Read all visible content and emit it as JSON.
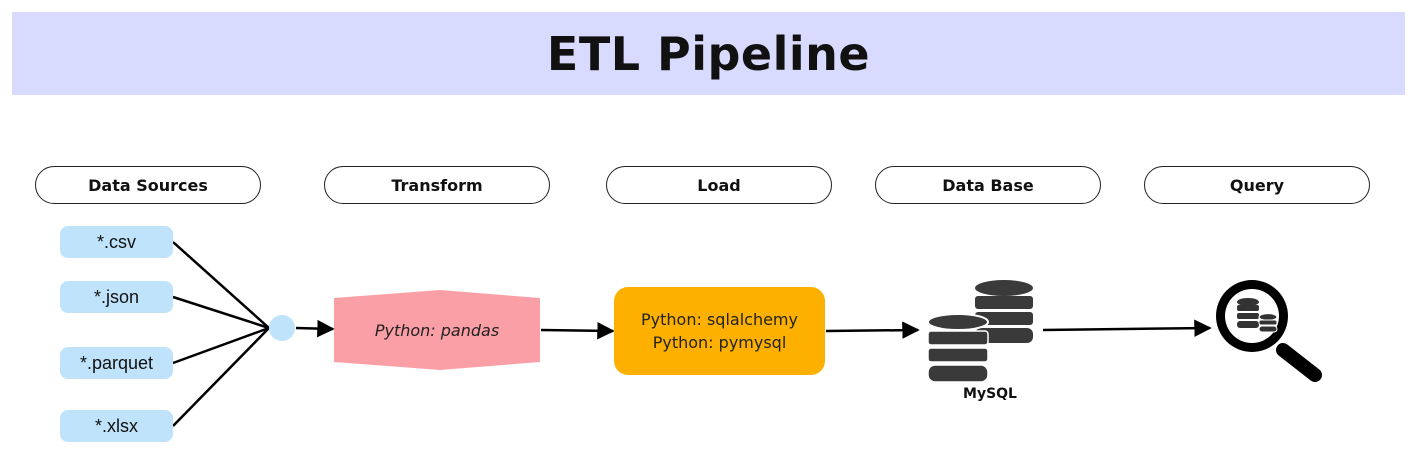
{
  "title": "ETL Pipeline",
  "stages": [
    {
      "label": "Data Sources"
    },
    {
      "label": "Transform"
    },
    {
      "label": "Load"
    },
    {
      "label": "Data Base"
    },
    {
      "label": "Query"
    }
  ],
  "sources": [
    "*.csv",
    "*.json",
    "*.parquet",
    "*.xlsx"
  ],
  "transform": {
    "text": "Python: pandas",
    "color": "#fb9fa6"
  },
  "load": {
    "lines": [
      "Python: sqlalchemy",
      "Python: pymysql"
    ],
    "color": "#fdb000"
  },
  "database": {
    "label": "MySQL",
    "icon": "database-icon"
  },
  "query": {
    "icon": "search-database-icon"
  },
  "colors": {
    "banner": "#d9dbfe",
    "source": "#bfe3fb",
    "hub": "#bfe3fb",
    "transform": "#fb9fa6",
    "load": "#fdb000"
  }
}
